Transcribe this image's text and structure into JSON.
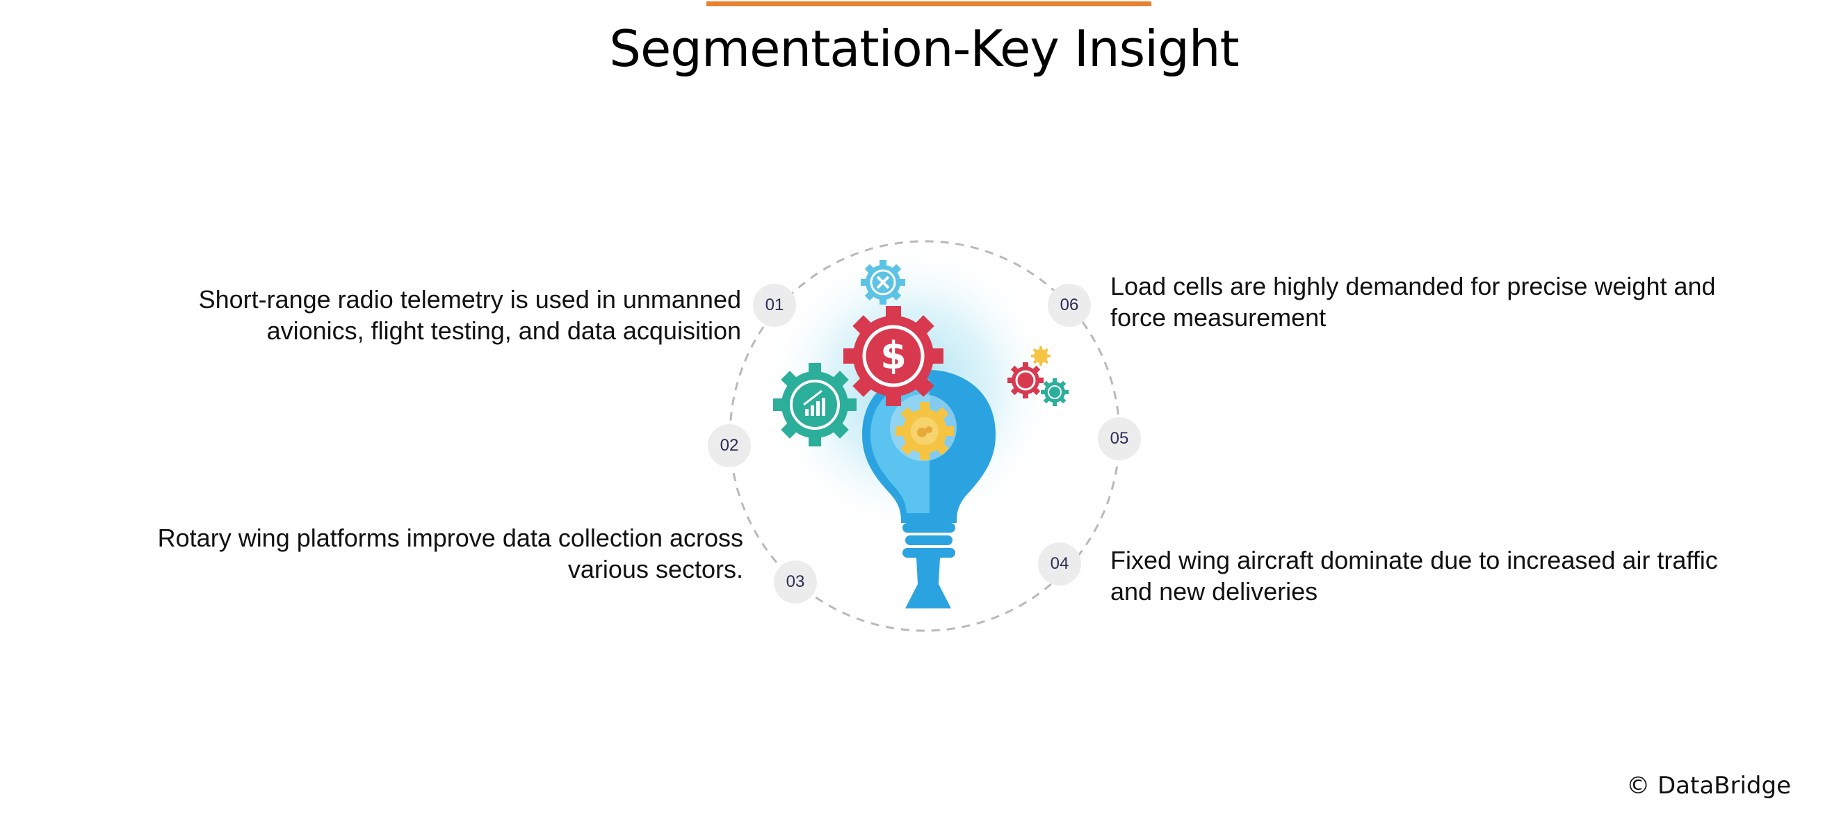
{
  "slide": {
    "title": "Segmentation-Key Insight",
    "footer": "© DataBridge"
  },
  "colors": {
    "accent_bar": "#E88232",
    "badge_bg": "#ececec",
    "badge_text": "#2a2d55",
    "bulb_blue": "#2BA3E0",
    "gear_red": "#D8394F",
    "gear_teal": "#2BAE9A",
    "gear_yellow": "#F5C443",
    "gear_light_blue": "#5BC3E5"
  },
  "steps": [
    {
      "number": "01",
      "text": "Short-range radio telemetry is used in unmanned avionics, flight testing, and data acquisition"
    },
    {
      "number": "02",
      "text": ""
    },
    {
      "number": "03",
      "text": "Rotary wing platforms improve data collection across various sectors."
    },
    {
      "number": "04",
      "text": "Fixed wing aircraft dominate due to increased air traffic and new deliveries"
    },
    {
      "number": "05",
      "text": ""
    },
    {
      "number": "06",
      "text": "Load cells are highly demanded for precise weight and force measurement"
    }
  ],
  "icons": [
    "lightbulb-icon",
    "dollar-gear-icon",
    "chart-gear-icon",
    "tools-gear-icon",
    "yellow-gear-icon",
    "small-gears-icon"
  ]
}
